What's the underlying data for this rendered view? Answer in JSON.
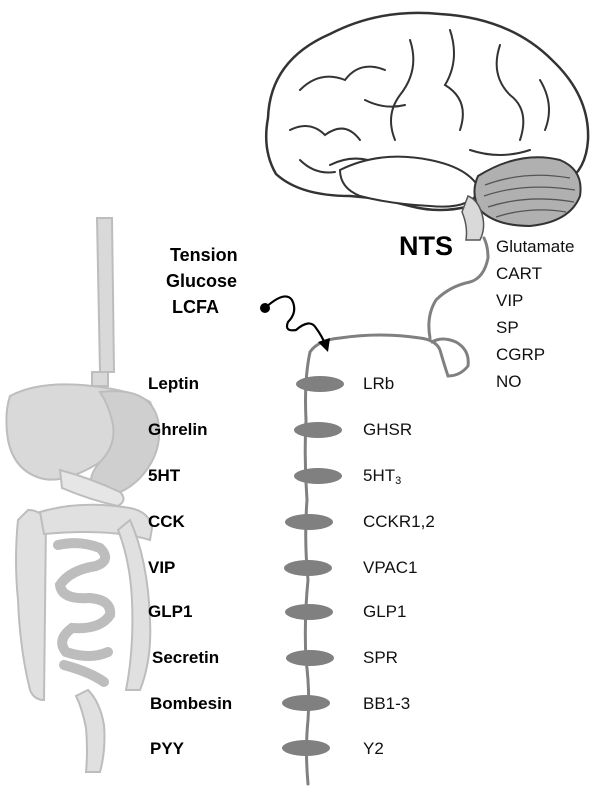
{
  "nucleus_label": "NTS",
  "neurotransmitters": [
    "Glutamate",
    "CART",
    "VIP",
    "SP",
    "CGRP",
    "NO"
  ],
  "stimuli": [
    "Tension",
    "Glucose",
    "LCFA"
  ],
  "pairs": [
    {
      "hormone": "Leptin",
      "receptor": "LRb"
    },
    {
      "hormone": "Ghrelin",
      "receptor": "GHSR"
    },
    {
      "hormone": "5HT",
      "receptor": "5HT",
      "receptor_sub": "3"
    },
    {
      "hormone": "CCK",
      "receptor": "CCKR1,2"
    },
    {
      "hormone": "VIP",
      "receptor": "VPAC1"
    },
    {
      "hormone": "GLP1",
      "receptor": "GLP1"
    },
    {
      "hormone": "Secretin",
      "receptor": "SPR"
    },
    {
      "hormone": "Bombesin",
      "receptor": "BB1-3"
    },
    {
      "hormone": "PYY",
      "receptor": "Y2"
    }
  ],
  "colors": {
    "nerve": "#808080",
    "receptor_fill": "#808080",
    "organ_fill": "#d9d9d9",
    "organ_stroke": "#bfbfbf",
    "brain_fill": "#ffffff",
    "cerebellum_fill": "#b0b0b0",
    "text": "#000000"
  },
  "icons": [
    "brain-illustration",
    "digestive-tract-illustration",
    "stimulus-arrow-icon"
  ]
}
